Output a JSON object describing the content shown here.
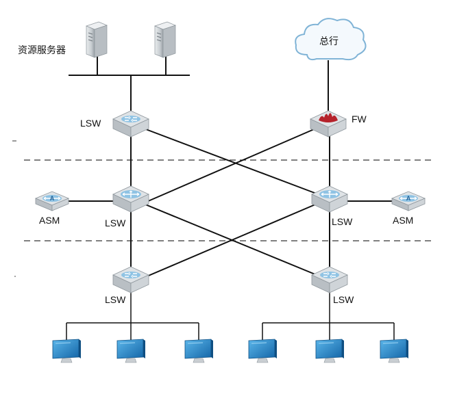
{
  "labels": {
    "resource_server": "资源服务器",
    "hq": "总行",
    "fw": "FW",
    "lsw": "LSW",
    "asm": "ASM"
  },
  "colors": {
    "link": "#111111",
    "zone_divider": "#333333",
    "switch_top": "#7fb3d6",
    "switch_body": "#d9dde0",
    "firewall_top": "#b5222b",
    "monitor_screen": "#1f86c8",
    "cloud_fill": "#f4f9fd",
    "cloud_stroke": "#7fb3d6"
  }
}
